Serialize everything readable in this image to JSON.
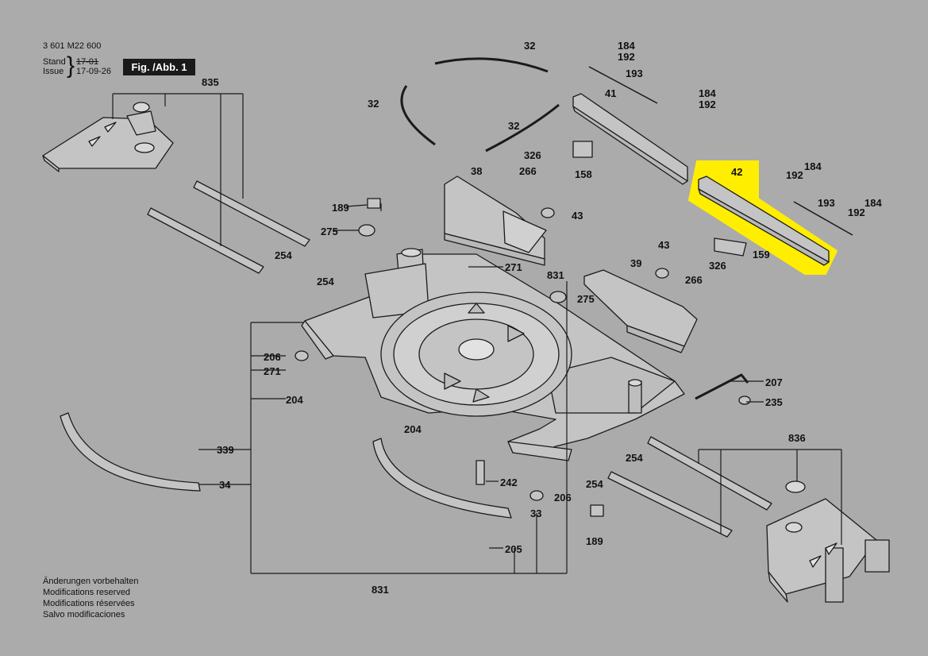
{
  "header": {
    "code": "3 601 M22 600",
    "stand_label": "Stand",
    "issue_label": "Issue",
    "stand_value": "17-01",
    "issue_value": "17-09-26",
    "figure_title": "Fig. /Abb. 1"
  },
  "notes": [
    "Änderungen vorbehalten",
    "Modifications reserved",
    "Modifications réservées",
    "Salvo modificaciones"
  ],
  "part_labels": [
    {
      "id": "lbl-32-top",
      "text": "32"
    },
    {
      "id": "lbl-32-left",
      "text": "32"
    },
    {
      "id": "lbl-32-mid",
      "text": "32"
    },
    {
      "id": "lbl-184-a",
      "text": "184"
    },
    {
      "id": "lbl-192-a",
      "text": "192"
    },
    {
      "id": "lbl-193-a",
      "text": "193"
    },
    {
      "id": "lbl-184-b",
      "text": "184"
    },
    {
      "id": "lbl-192-b",
      "text": "192"
    },
    {
      "id": "lbl-41",
      "text": "41"
    },
    {
      "id": "lbl-158",
      "text": "158"
    },
    {
      "id": "lbl-42",
      "text": "42"
    },
    {
      "id": "lbl-184-c",
      "text": "184"
    },
    {
      "id": "lbl-192-c",
      "text": "192"
    },
    {
      "id": "lbl-193-b",
      "text": "193"
    },
    {
      "id": "lbl-184-d",
      "text": "184"
    },
    {
      "id": "lbl-192-d",
      "text": "192"
    },
    {
      "id": "lbl-159",
      "text": "159"
    },
    {
      "id": "lbl-835",
      "text": "835"
    },
    {
      "id": "lbl-38",
      "text": "38"
    },
    {
      "id": "lbl-266-a",
      "text": "266"
    },
    {
      "id": "lbl-326-a",
      "text": "326"
    },
    {
      "id": "lbl-43-a",
      "text": "43"
    },
    {
      "id": "lbl-189-a",
      "text": "189"
    },
    {
      "id": "lbl-275-a",
      "text": "275"
    },
    {
      "id": "lbl-254-a",
      "text": "254"
    },
    {
      "id": "lbl-254-b",
      "text": "254"
    },
    {
      "id": "lbl-271-a",
      "text": "271"
    },
    {
      "id": "lbl-831-a",
      "text": "831"
    },
    {
      "id": "lbl-275-b",
      "text": "275"
    },
    {
      "id": "lbl-43-b",
      "text": "43"
    },
    {
      "id": "lbl-39",
      "text": "39"
    },
    {
      "id": "lbl-326-b",
      "text": "326"
    },
    {
      "id": "lbl-266-b",
      "text": "266"
    },
    {
      "id": "lbl-206-a",
      "text": "206"
    },
    {
      "id": "lbl-271-b",
      "text": "271"
    },
    {
      "id": "lbl-204-a",
      "text": "204"
    },
    {
      "id": "lbl-207",
      "text": "207"
    },
    {
      "id": "lbl-235",
      "text": "235"
    },
    {
      "id": "lbl-836",
      "text": "836"
    },
    {
      "id": "lbl-204-b",
      "text": "204"
    },
    {
      "id": "lbl-339",
      "text": "339"
    },
    {
      "id": "lbl-254-c",
      "text": "254"
    },
    {
      "id": "lbl-254-d",
      "text": "254"
    },
    {
      "id": "lbl-242",
      "text": "242"
    },
    {
      "id": "lbl-206-b",
      "text": "206"
    },
    {
      "id": "lbl-34",
      "text": "34"
    },
    {
      "id": "lbl-33",
      "text": "33"
    },
    {
      "id": "lbl-189-b",
      "text": "189"
    },
    {
      "id": "lbl-205",
      "text": "205"
    },
    {
      "id": "lbl-831-b",
      "text": "831"
    }
  ],
  "highlight": {
    "part": "42",
    "color": "#ffee00"
  },
  "colors": {
    "background": "#ababab",
    "line": "#1a1a1a",
    "part_fill": "#c4c4c4"
  }
}
